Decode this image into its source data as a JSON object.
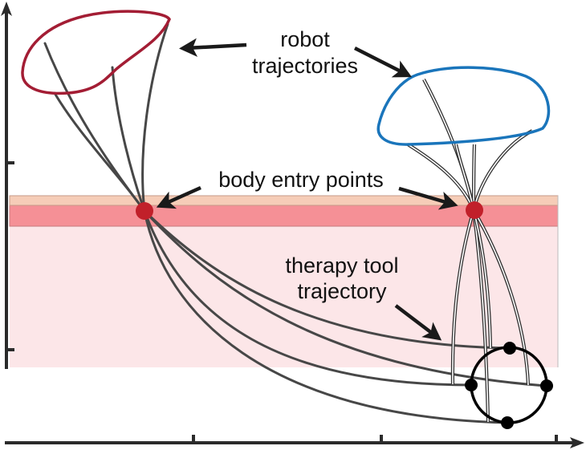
{
  "labels": {
    "robot_line1": "robot",
    "robot_line2": "trajectories",
    "entry": "body entry points",
    "therapy_line1": "therapy tool",
    "therapy_line2": "trajectory"
  },
  "colors": {
    "skin_top": "#f6cdb8",
    "tissue_band": "#f59096",
    "tissue_body": "#fce6e8",
    "left_robot_loop": "#a31d34",
    "right_robot_loop": "#1a75bb",
    "entry_point": "#c1202a",
    "target_circle": "#000000"
  },
  "entities": {
    "left_robot_path_count": 4,
    "right_robot_path_count": 5,
    "entry_point_count": 2,
    "target_point_count": 4
  }
}
